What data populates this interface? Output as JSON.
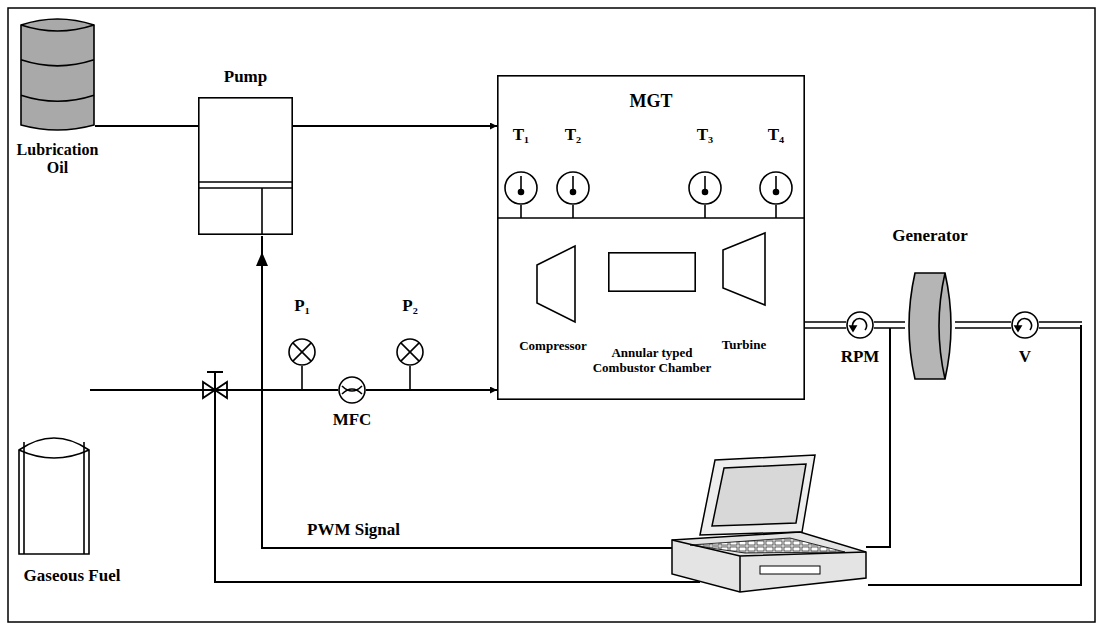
{
  "diagram": {
    "nodes": [
      {
        "text": [
          "Lubrication Oil"
        ]
      },
      {
        "text": [
          "Pump"
        ]
      },
      {
        "text": [
          "MGT"
        ]
      },
      {
        "text": [
          "T₁"
        ],
        "in": 2
      },
      {
        "text": [
          "T₂"
        ],
        "in": 2
      },
      {
        "text": [
          "T₃"
        ],
        "in": 2
      },
      {
        "text": [
          "T₄"
        ],
        "in": 2
      },
      {
        "text": [
          "Compressor"
        ],
        "in": 2
      },
      {
        "text": [
          "Annular typed Combustor Chamber"
        ],
        "in": 2
      },
      {
        "text": [
          "Turbine"
        ],
        "in": 2
      },
      {
        "text": [
          "RPM"
        ]
      },
      {
        "text": [
          "Generator"
        ]
      },
      {
        "text": [
          "V"
        ]
      },
      {
        "text": [
          "Gaseous Fuel"
        ]
      },
      {
        "text": [
          "P₁"
        ]
      },
      {
        "text": [
          "MFC"
        ]
      },
      {
        "text": [
          "P₂"
        ]
      }
    ],
    "edges": [
      {
        "from": 0,
        "to": 1,
        "arrow": "none"
      },
      {
        "from": 1,
        "to": 2,
        "arrow": "to"
      },
      {
        "from": 13,
        "to": 15,
        "arrow": "none"
      },
      {
        "from": 15,
        "to": 2,
        "arrow": "to"
      },
      {
        "from": 2,
        "to": 10,
        "arrow": "none"
      },
      {
        "from": 10,
        "to": 11,
        "arrow": "none"
      },
      {
        "from": 11,
        "to": 12,
        "arrow": "none"
      }
    ],
    "labels": [
      "PWM Signal"
    ]
  }
}
